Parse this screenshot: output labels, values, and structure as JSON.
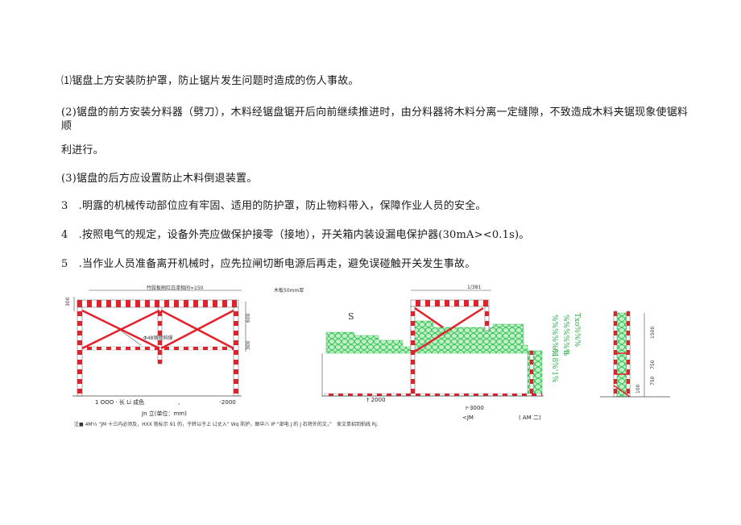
{
  "paragraphs": {
    "p1": "⑴锯盘上方安装防护罩，防止锯片发生问题时造成的伤人事故。",
    "p2a": "(2)锯盘的前方安装分料器（劈刀），木料经锯盘锯开后向前继续推进时，由分料器将木料分离一定缝隙，不致造成木料夹锯现象使锯料",
    "p2b": "顺",
    "p2c": "利进行。",
    "p3": "(3)锯盘的后方应设置防止木料倒退装置。",
    "p4": "3 .明露的机械传动部位应有牢固、适用的防护罩，防止物料带入，保障作业人员的安全。",
    "p5": "4 .按照电气的规定，设备外壳应做保护接零（接地），开关箱内装设漏电保护器(30mA><0.1s)。",
    "p6": "5 .当作业人员准备离开机械时，应先拉闸切断电源后再走，避免误碰触开关发生事故。"
  },
  "figure": {
    "left_top_label": "竹胶板刷红白漆相间≈150",
    "left_side_label_top": "300",
    "left_side_label_right": "600",
    "left_side_label_bottom": "300",
    "left_diag_label": "Φ48钢管斜撑",
    "left_bottom_dim": "1 OOO · 长 Li 成色      ,       -2000",
    "left_caption": "Jn 立(单位：mm)",
    "mid_top_label": "木板50mm厚",
    "mid_s_label": "S",
    "mid_top_right_label": "1/381",
    "mid_bottom_dim": "† 2000",
    "mid_right_dim": "r-3000",
    "mid_caption": "<JM        ( AM 二)",
    "green_vertical_1": "%%%%%%",
    "green_vertical_2": "%%%%%%",
    "green_vertical_3": "Txo%%%",
    "green_vertical_4": "0",
    "green_vertical_5": "618%'1%",
    "right_dim_1": "1500",
    "right_dim_2": "750",
    "right_dim_3": "750",
    "right_dim_4": "100",
    "footnote": "注■ 4M⅓ “JM 十三内必须及，HXX 就标示 91 的，于转以于上 L[丈入” Wq 防护，图中八 IP “部电 J 的 J 石将外的文，” 舍文单招到拍线 Rj."
  },
  "colors": {
    "hazard_red": "#e4202a",
    "mesh_green": "#3ec35a",
    "line_gray": "#444444"
  }
}
